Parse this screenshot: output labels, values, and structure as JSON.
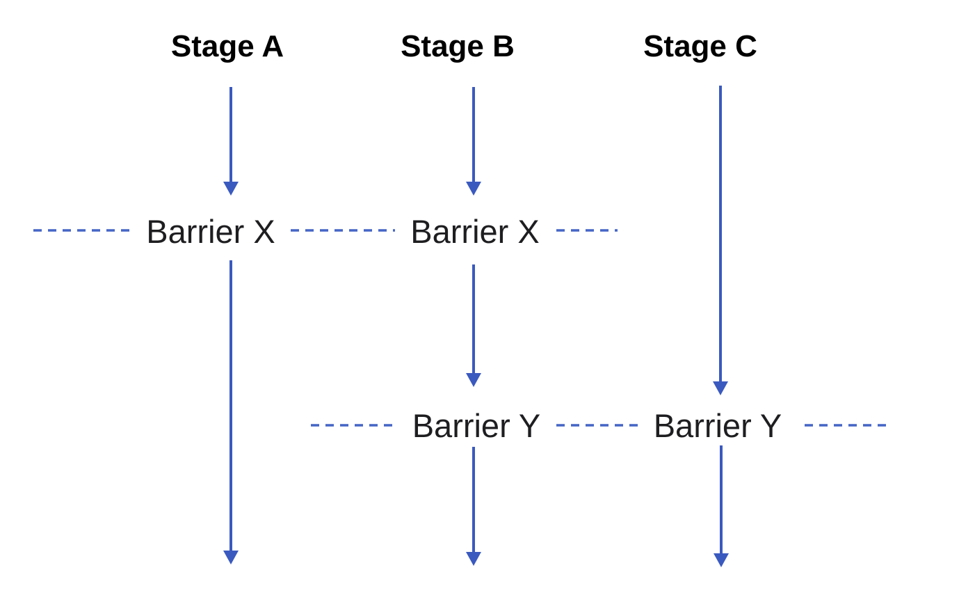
{
  "colors": {
    "arrow": "#3B5ABF",
    "dash": "#4565C6"
  },
  "diagram": {
    "stages": [
      {
        "label": "Stage A"
      },
      {
        "label": "Stage B"
      },
      {
        "label": "Stage C"
      }
    ],
    "barrier_x": {
      "label": "Barrier X"
    },
    "barrier_y": {
      "label": "Barrier Y"
    }
  }
}
